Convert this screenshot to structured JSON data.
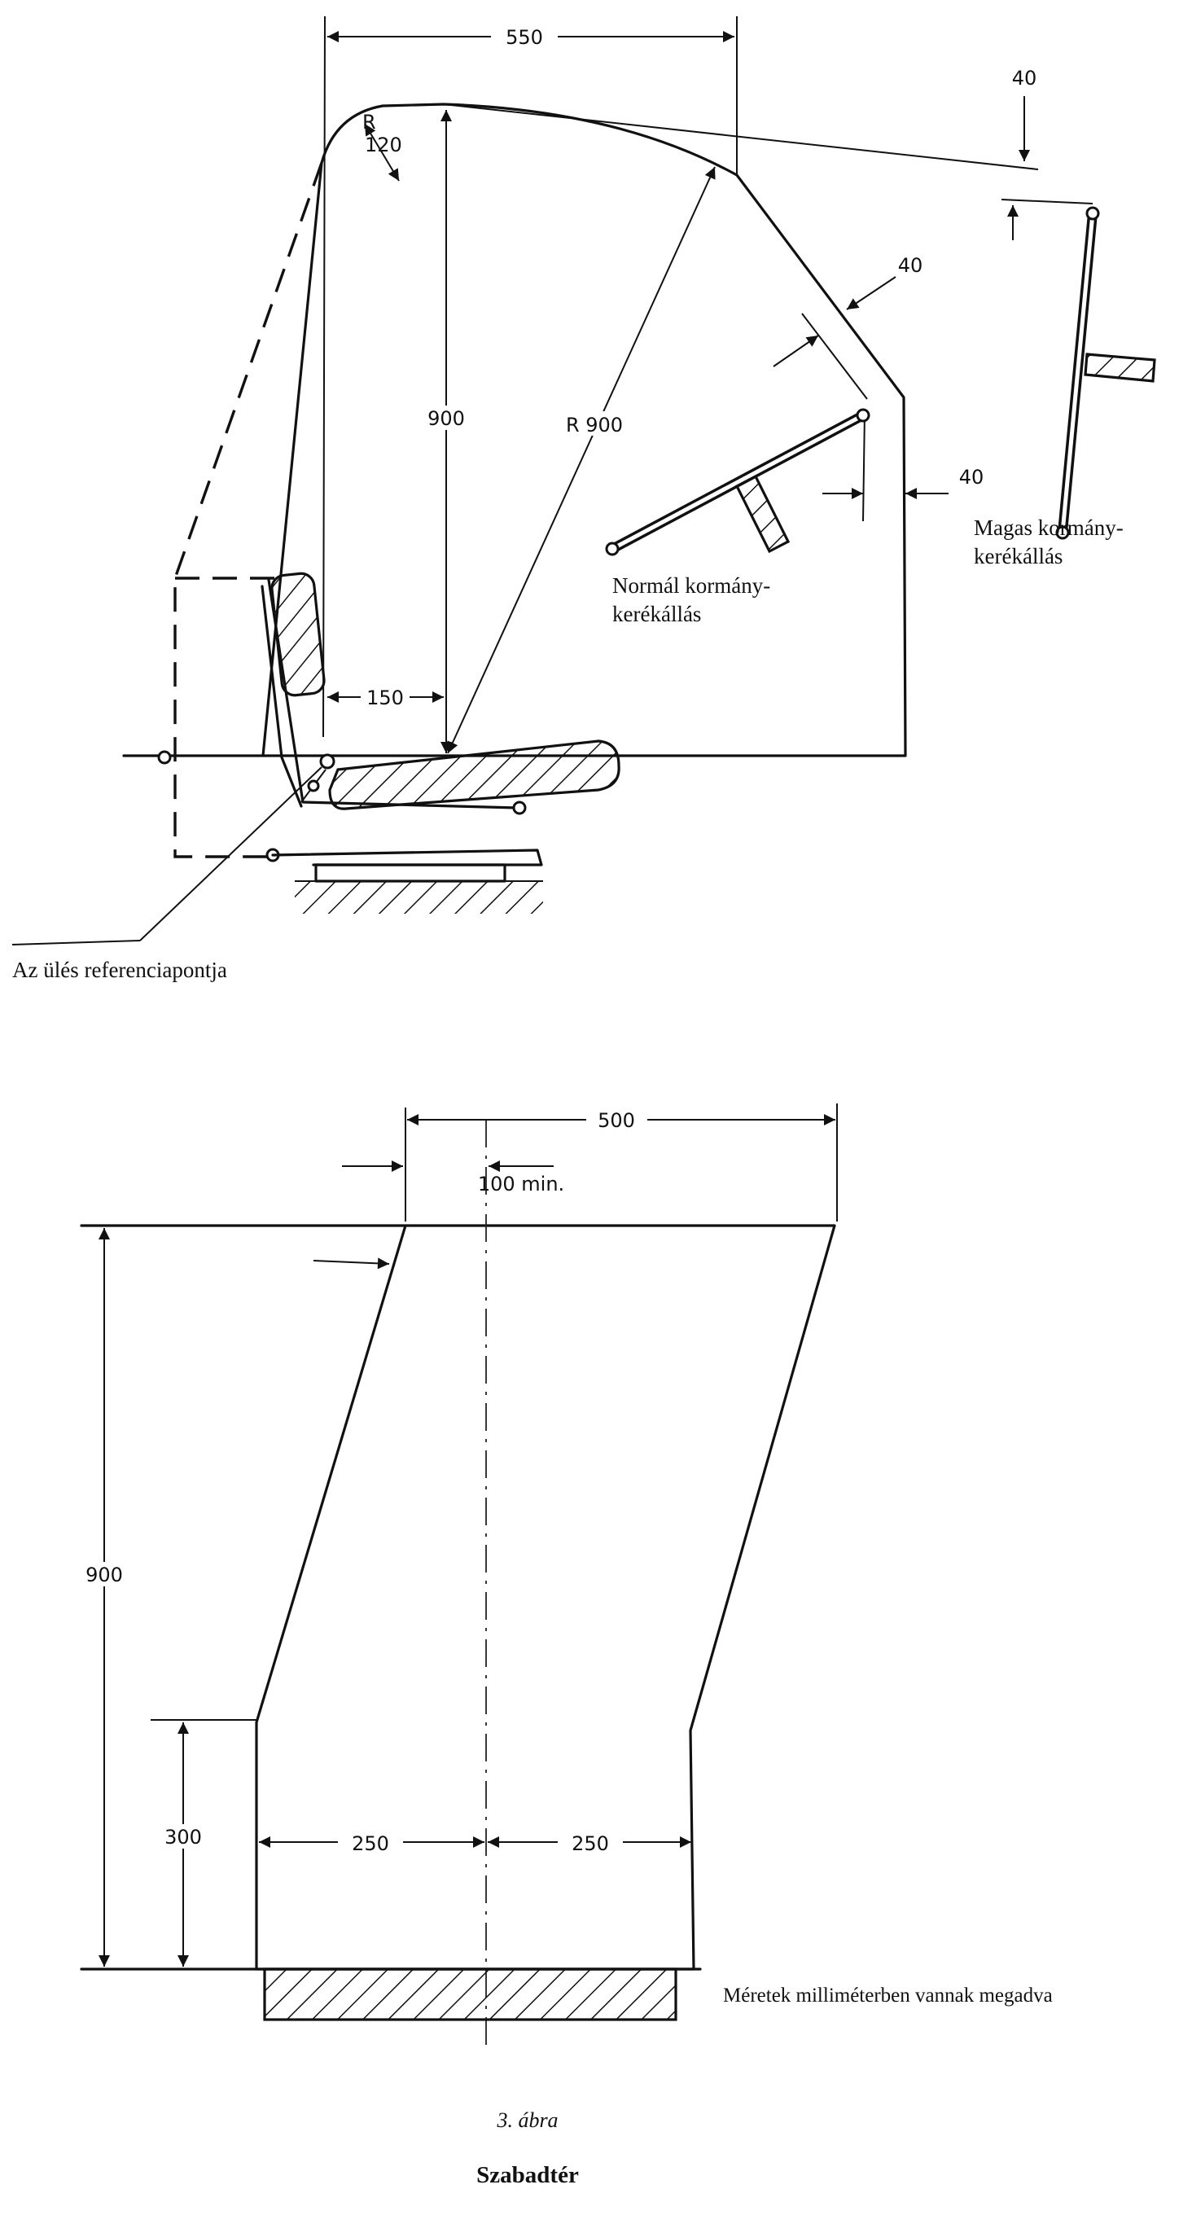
{
  "top_view": {
    "dims": {
      "width_550": "550",
      "radius_120_r": "R",
      "radius_120_val": "120",
      "height_900": "900",
      "radius_900": "R 900",
      "gap_40_top": "40",
      "gap_40_mid": "40",
      "gap_40_right": "40",
      "offset_150": "150"
    },
    "labels": {
      "normal_line1": "Normál kormány-",
      "normal_line2": "kerékállás",
      "high_line1": "Magas kormány-",
      "high_line2": "kerékállás",
      "seat_ref": "Az ülés referenciapontja"
    }
  },
  "front_view": {
    "dims": {
      "width_500": "500",
      "min_100": "100 min.",
      "height_900": "900",
      "height_300": "300",
      "half_left_250": "250",
      "half_right_250": "250"
    },
    "note": "Méretek milliméterben vannak megadva"
  },
  "figure": {
    "number": "3. ábra",
    "title": "Szabadtér"
  }
}
